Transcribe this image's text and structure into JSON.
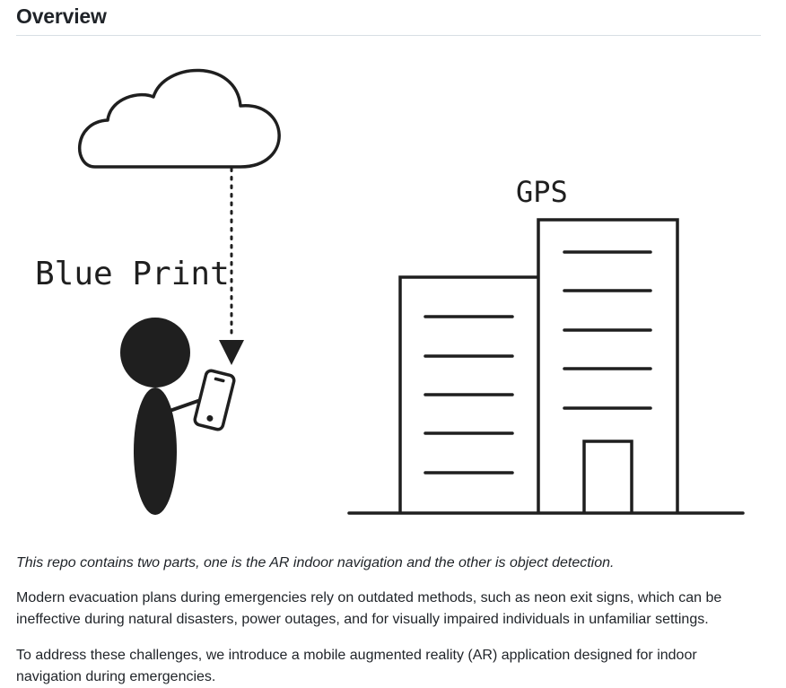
{
  "section": {
    "title": "Overview"
  },
  "illustration": {
    "blueprint_label": "Blue Print",
    "gps_label": "GPS",
    "icons": [
      "cloud-icon",
      "person-icon",
      "smartphone-icon",
      "building-icon"
    ]
  },
  "content": {
    "intro": "This repo contains two parts, one is the AR indoor navigation and the other is object detection.",
    "problem": "Modern evacuation plans during emergencies rely on outdated methods, such as neon exit signs, which can be ineffective during natural disasters, power outages, and for visually impaired individuals in unfamiliar settings.",
    "solution": "To address these challenges, we introduce a mobile augmented reality (AR) application designed for indoor navigation during emergencies."
  }
}
